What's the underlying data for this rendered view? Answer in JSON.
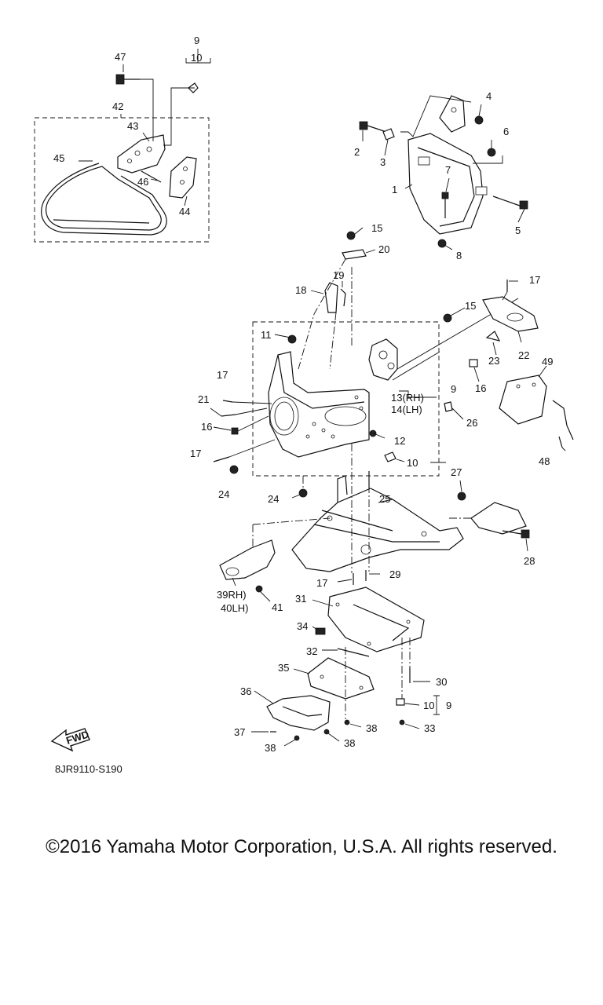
{
  "figure_code": "8JR9110-S190",
  "copyright": "©2016 Yamaha Motor Corporation, U.S.A. All rights reserved.",
  "fwd_badge": "FWD",
  "callouts": {
    "c1": "1",
    "c2": "2",
    "c3": "3",
    "c4": "4",
    "c5": "5",
    "c6": "6",
    "c7": "7",
    "c8": "8",
    "c9a": "9",
    "c10a": "10",
    "c9b": "9",
    "c9c": "9",
    "c10b": "10",
    "c10c": "10",
    "c11": "11",
    "c12": "12",
    "c13": "13(RH)",
    "c14": "14(LH)",
    "c15a": "15",
    "c15b": "15",
    "c16a": "16",
    "c16b": "16",
    "c17a": "17",
    "c17b": "17",
    "c17c": "17",
    "c17d": "17",
    "c18": "18",
    "c19": "19",
    "c20": "20",
    "c21": "21",
    "c22": "22",
    "c23": "23",
    "c24a": "24",
    "c24b": "24",
    "c25": "25",
    "c26": "26",
    "c27": "27",
    "c28": "28",
    "c29": "29",
    "c30": "30",
    "c31": "31",
    "c32": "32",
    "c33": "33",
    "c34": "34",
    "c35": "35",
    "c36": "36",
    "c37": "37",
    "c38a": "38",
    "c38b": "38",
    "c38c": "38",
    "c39": "39RH)",
    "c40": "40LH)",
    "c41": "41",
    "c42": "42",
    "c43": "43",
    "c44": "44",
    "c45": "45",
    "c46": "46",
    "c47": "47",
    "c48": "48",
    "c49": "49"
  }
}
